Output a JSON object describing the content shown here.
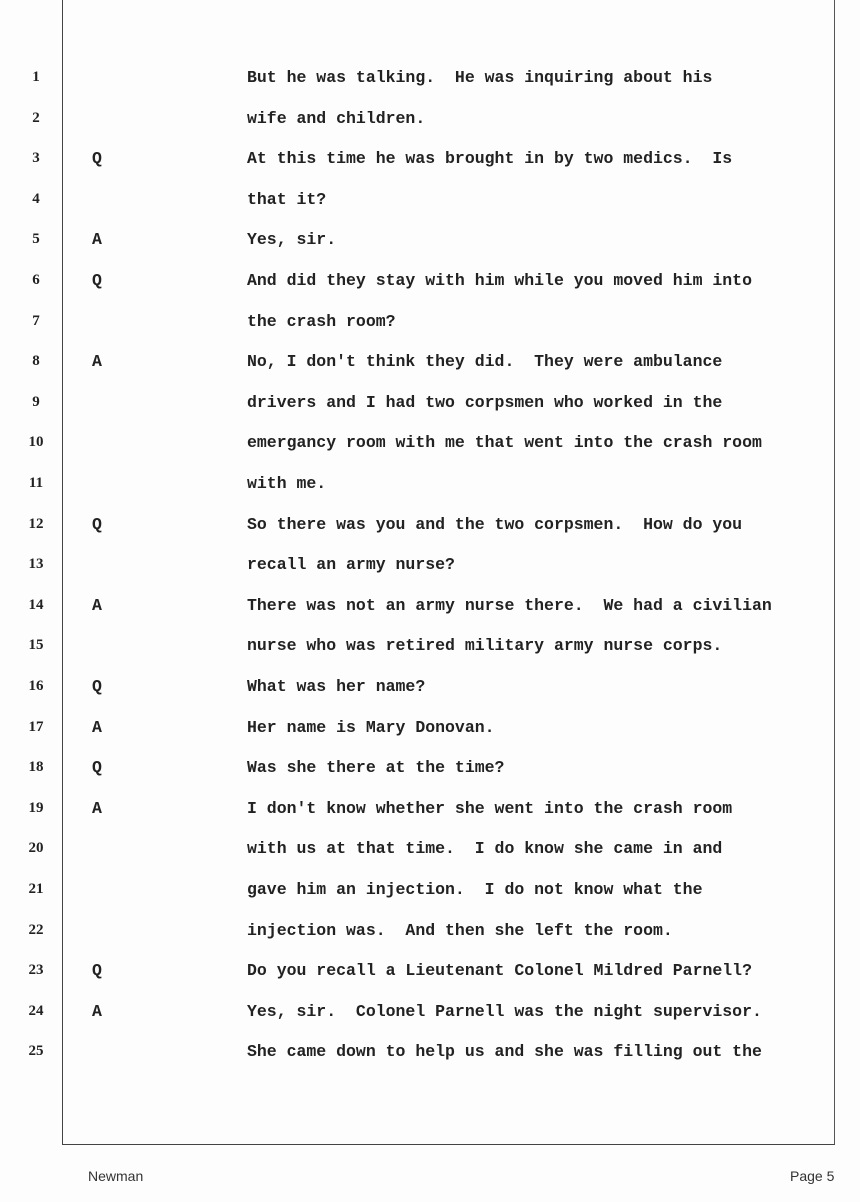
{
  "lines": [
    {
      "n": "1",
      "s": "",
      "t": "But he was talking.  He was inquiring about his"
    },
    {
      "n": "2",
      "s": "",
      "t": "wife and children."
    },
    {
      "n": "3",
      "s": "Q",
      "t": "At this time he was brought in by two medics.  Is"
    },
    {
      "n": "4",
      "s": "",
      "t": "that it?"
    },
    {
      "n": "5",
      "s": "A",
      "t": "Yes, sir."
    },
    {
      "n": "6",
      "s": "Q",
      "t": "And did they stay with him while you moved him into"
    },
    {
      "n": "7",
      "s": "",
      "t": "the crash room?"
    },
    {
      "n": "8",
      "s": "A",
      "t": "No, I don't think they did.  They were ambulance"
    },
    {
      "n": "9",
      "s": "",
      "t": "drivers and I had two corpsmen who worked in the"
    },
    {
      "n": "10",
      "s": "",
      "t": "emergancy room with me that went into the crash room"
    },
    {
      "n": "11",
      "s": "",
      "t": "with me."
    },
    {
      "n": "12",
      "s": "Q",
      "t": "So there was you and the two corpsmen.  How do you"
    },
    {
      "n": "13",
      "s": "",
      "t": "recall an army nurse?"
    },
    {
      "n": "14",
      "s": "A",
      "t": "There was not an army nurse there.  We had a civilian"
    },
    {
      "n": "15",
      "s": "",
      "t": "nurse who was retired military army nurse corps."
    },
    {
      "n": "16",
      "s": "Q",
      "t": "What was her name?"
    },
    {
      "n": "17",
      "s": "A",
      "t": "Her name is Mary Donovan."
    },
    {
      "n": "18",
      "s": "Q",
      "t": "Was she there at the time?"
    },
    {
      "n": "19",
      "s": "A",
      "t": "I don't know whether she went into the crash room"
    },
    {
      "n": "20",
      "s": "",
      "t": "with us at that time.  I do know she came in and"
    },
    {
      "n": "21",
      "s": "",
      "t": "gave him an injection.  I do not know what the"
    },
    {
      "n": "22",
      "s": "",
      "t": "injection was.  And then she left the room."
    },
    {
      "n": "23",
      "s": "Q",
      "t": "Do you recall a Lieutenant Colonel Mildred Parnell?"
    },
    {
      "n": "24",
      "s": "A",
      "t": "Yes, sir.  Colonel Parnell was the night supervisor."
    },
    {
      "n": "25",
      "s": "",
      "t": "She came down to help us and she was filling out the"
    }
  ],
  "footer": {
    "witness": "Newman",
    "page": "Page 5"
  }
}
